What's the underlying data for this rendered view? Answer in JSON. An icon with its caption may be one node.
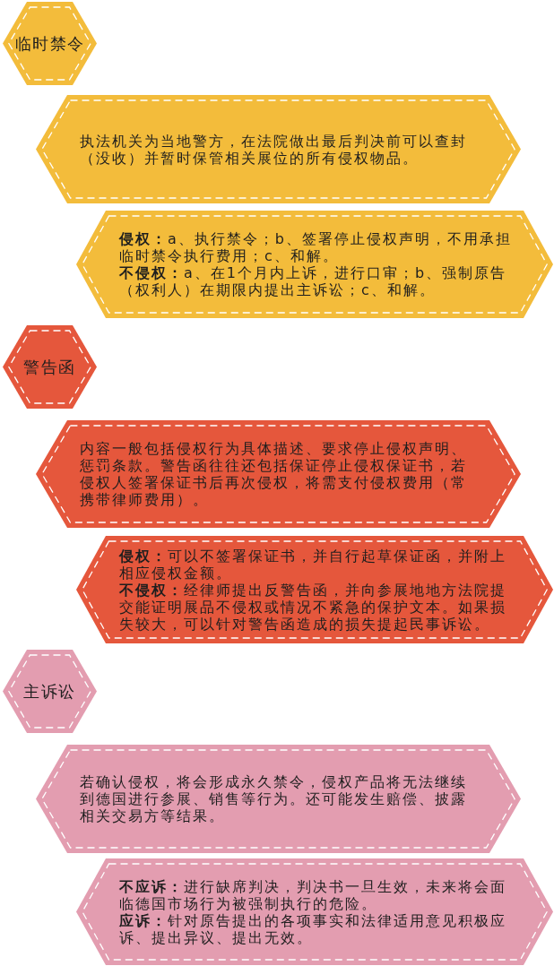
{
  "diagram": {
    "nodes": [
      {
        "text": [
          "临时禁令"
        ]
      },
      {
        "text": [
          "执法机关为当地警方，在法院做出最后判决前可以查封（没收）并暂时保管相关展位的所有侵权物品。"
        ]
      },
      {
        "text": [
          "**侵权：**a、执行禁令；b、签署停止侵权声明，不用承担临时禁令执行费用；c、和解。",
          "**不侵权：**a、在1个月内上诉，进行口审；b、强制原告（权利人）在期限内提出主诉讼；c、和解。"
        ]
      },
      {
        "text": [
          "警告函"
        ]
      },
      {
        "text": [
          "内容一般包括侵权行为具体描述、要求停止侵权声明、惩罚条款。警告函往往还包括保证停止侵权保证书，若侵权人签署保证书后再次侵权，将需支付侵权费用（常携带律师费用）。"
        ]
      },
      {
        "text": [
          "**侵权：**可以不签署保证书，并自行起草保证函，并附上相应侵权金额。",
          "**不侵权：**经律师提出反警告函，并向参展地地方法院提交能证明展品不侵权或情况不紧急的保护文本。如果损失较大，可以针对警告函造成的损失提起民事诉讼。"
        ]
      },
      {
        "text": [
          "主诉讼"
        ]
      },
      {
        "text": [
          "若确认侵权，将会形成永久禁令，侵权产品将无法继续到德国进行参展、销售等行为。还可能发生赔偿、披露相关交易方等结果。"
        ]
      },
      {
        "text": [
          "**不应诉：**进行缺席判决，判决书一旦生效，未来将会面临德国市场行为被强制执行的危险。",
          "**应诉：**针对原告提出的各项事实和法律适用意见积极应诉、提出异议、提出无效。"
        ]
      }
    ]
  }
}
